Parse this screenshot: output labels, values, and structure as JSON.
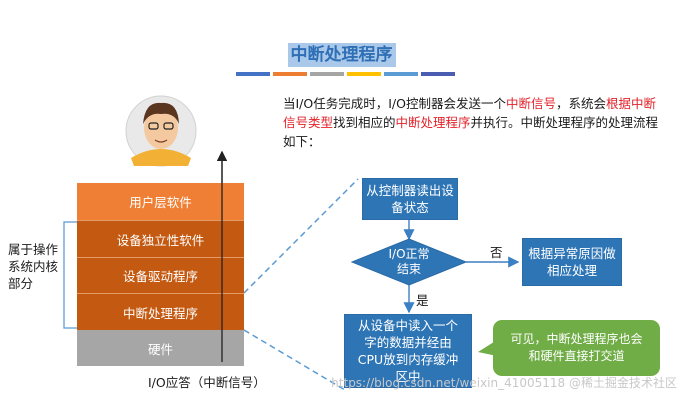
{
  "title": "中断处理程序",
  "accent_bars": [
    "#4472c4",
    "#ed7d31",
    "#a5a5a5",
    "#ffc000",
    "#5b9bd5",
    "#4a5db0",
    "#70ad47"
  ],
  "intro": {
    "p1": "当I/O任务完成时，I/O控制器会发送一个",
    "r1": "中断信号",
    "p2": "，系统会",
    "r2": "根据中断信号类型",
    "p3": "找到相应的",
    "r3": "中断处理程序",
    "p4": "并执行。中断处理程序的处理流程如下："
  },
  "layers": [
    "用户层软件",
    "设备独立性软件",
    "设备驱动程序",
    "中断处理程序",
    "硬件"
  ],
  "kernel_label": "属于操作系统内核部分",
  "io_response": "I/O应答（中断信号）",
  "flow": {
    "read_status": "从控制器读出设备状态",
    "decision": "I/O正常结束",
    "no_label": "否",
    "yes_label": "是",
    "exception": "根据异常原因做相应处理",
    "read_data": "从设备中读入一个字的数据并经由CPU放到内存缓冲区中"
  },
  "note": "可见，中断处理程序也会和硬件直接打交道",
  "watermark": "https://blog.csdn.net/weixin_41005118 @稀土掘金技术社区",
  "colors": {
    "title_text": "#2f6fb5",
    "title_bg": "#a9c8ea",
    "layer_top": "#ef7f34",
    "layer_kernel": "#c45911",
    "layer_hw": "#a6a6a6",
    "flow_box": "#2e75b6",
    "note_box": "#70ad47",
    "red": "#e3222a"
  }
}
